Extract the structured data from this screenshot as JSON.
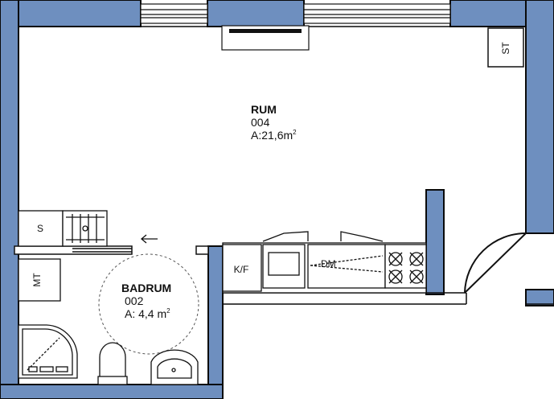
{
  "rooms": [
    {
      "name": "RUM",
      "number": "004",
      "area_prefix": "A:",
      "area_value": "21,6m",
      "area_unit_sup": "2"
    },
    {
      "name": "BADRUM",
      "number": "002",
      "area_prefix": "A: ",
      "area_value": "4,4 m",
      "area_unit_sup": "2"
    }
  ],
  "fixtures": {
    "storage": "ST",
    "shelf": "S",
    "washer": "MT",
    "fridge_freezer": "K/F",
    "dishwasher": "DM"
  },
  "colors": {
    "wall_fill": "#6e8fbf",
    "wall_outline": "#0a0a0a",
    "line": "#111111",
    "background": "#ffffff"
  }
}
